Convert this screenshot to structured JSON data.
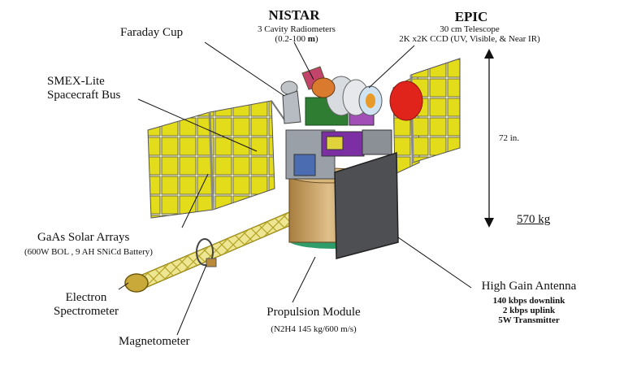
{
  "nistar": {
    "title": "NISTAR",
    "line1": "3 Cavity Radiometers",
    "line2_prefix": "(0.2-100 ",
    "line2_unit": "m",
    "line2_suffix": ")"
  },
  "epic": {
    "title": "EPIC",
    "line1": "30 cm Telescope",
    "line2": "2K x2K CCD (UV, Visible, & Near IR)"
  },
  "faraday_cup": "Faraday Cup",
  "smex": {
    "line1": "SMEX-Lite",
    "line2": "Spacecraft Bus"
  },
  "height_label": "72 in.",
  "mass_label": "570 kg",
  "solar_arrays": {
    "title": "GaAs Solar Arrays",
    "detail": "(600W BOL , 9 AH SNiCd Battery)"
  },
  "electron_spectrometer": {
    "line1": "Electron",
    "line2": "Spectrometer"
  },
  "magnetometer": "Magnetometer",
  "propulsion": {
    "title": "Propulsion Module",
    "detail": "(N2H4  145 kg/600 m/s)"
  },
  "antenna": {
    "title": "High Gain Antenna",
    "line1": "140 kbps downlink",
    "line2": "2 kbps uplink",
    "line3": "5W Transmitter"
  },
  "colors": {
    "solar_panel": "#e3dc1a",
    "bus_gold": "#c9a15a",
    "antenna_panel": "#4d4f52",
    "epic_red": "#e0241c",
    "module_green": "#2e7d32",
    "module_purple": "#7b2fa3"
  }
}
